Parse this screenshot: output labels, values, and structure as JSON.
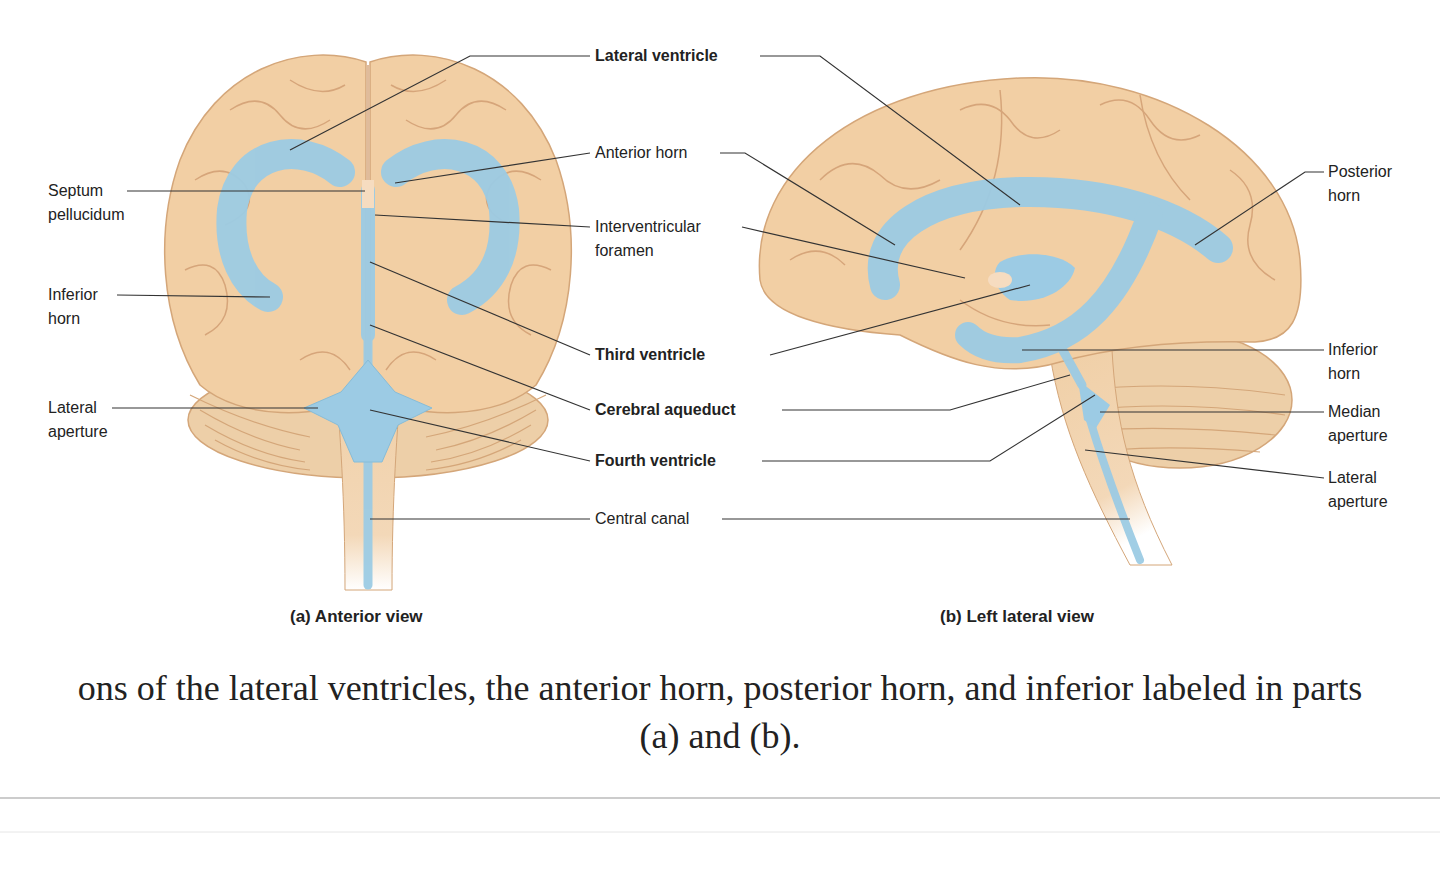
{
  "diagram": {
    "caption": "ons of the lateral ventricles, the anterior horn, posterior horn, and inferior labeled in parts (a) and (b).",
    "labels": [
      "Lateral ventricle",
      "Septum pellucidum",
      "Anterior horn",
      "Interventricular foramen",
      "Inferior horn",
      "Third ventricle",
      "Cerebral aqueduct",
      "Lateral aperture",
      "Fourth ventricle",
      "Central canal",
      "Posterior horn",
      "Inferior horn",
      "Median aperture",
      "Lateral aperture",
      "(a) Anterior view",
      "(b) Left lateral view"
    ]
  }
}
